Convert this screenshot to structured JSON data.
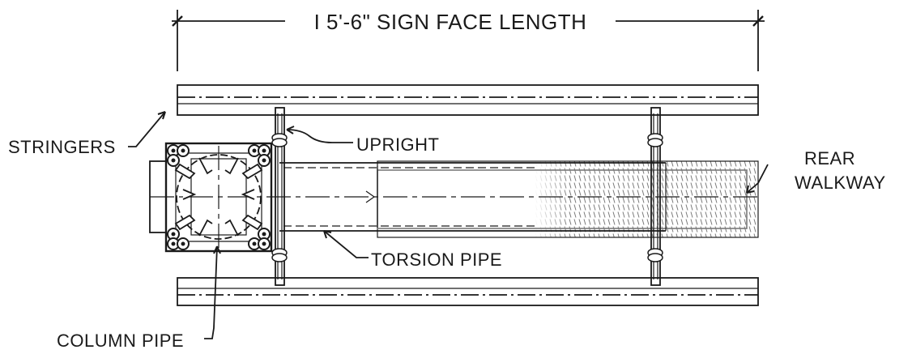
{
  "drawing": {
    "dimension_label": "I 5'-6\" SIGN FACE LENGTH",
    "labels": {
      "stringers": "STRINGERS",
      "upright": "UPRIGHT",
      "rear_walkway_line1": "REAR",
      "rear_walkway_line2": "WALKWAY",
      "torsion_pipe": "TORSION PIPE",
      "column_pipe": "COLUMN PIPE"
    }
  }
}
